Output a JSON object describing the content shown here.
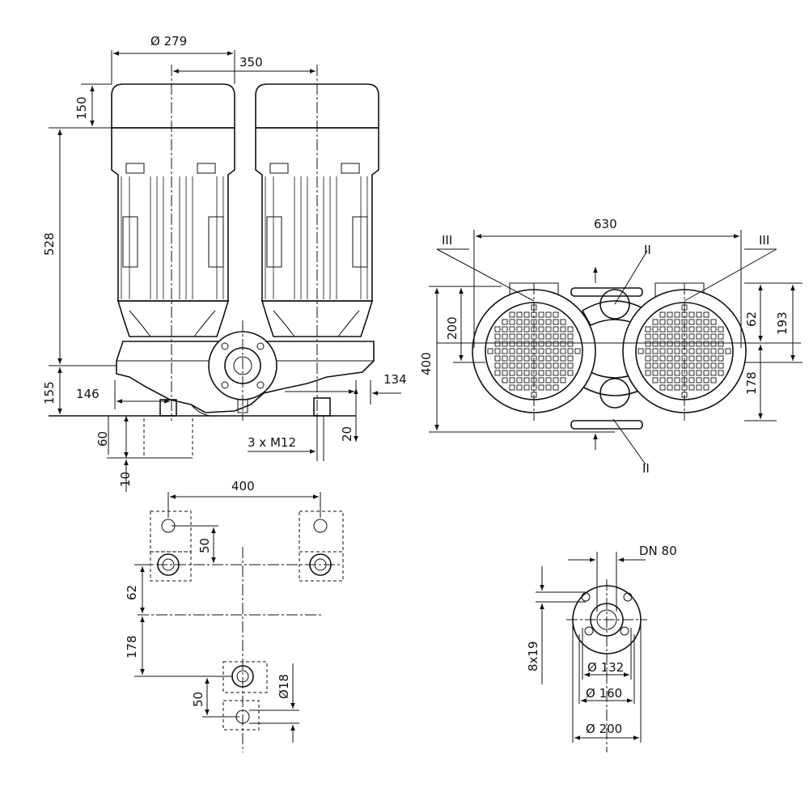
{
  "dimensions": {
    "motor_diameter": "Ø 279",
    "motor_spacing": "350",
    "motor_top": "150",
    "motor_height": "528",
    "base_height": "155",
    "base_offset": "146",
    "foot_offset": "134",
    "foot_block": "60",
    "foot_base": "10",
    "bolt_label": "3 x M12",
    "bolt_height": "20",
    "top_width": "630",
    "right_inner": "62",
    "right_outer": "193",
    "right_lower": "178",
    "left_upper": "200",
    "left_total": "400",
    "label_III_left": "III",
    "label_III_right": "III",
    "label_II_top": "II",
    "label_II_bottom": "II",
    "plan_width": "400",
    "plan_50_top": "50",
    "plan_62": "62",
    "plan_178": "178",
    "plan_50_bottom": "50",
    "plan_d18": "Ø18",
    "flange_dn": "DN 80",
    "flange_holes": "8x19",
    "flange_d132": "Ø 132",
    "flange_d160": "Ø 160",
    "flange_d200": "Ø 200"
  }
}
